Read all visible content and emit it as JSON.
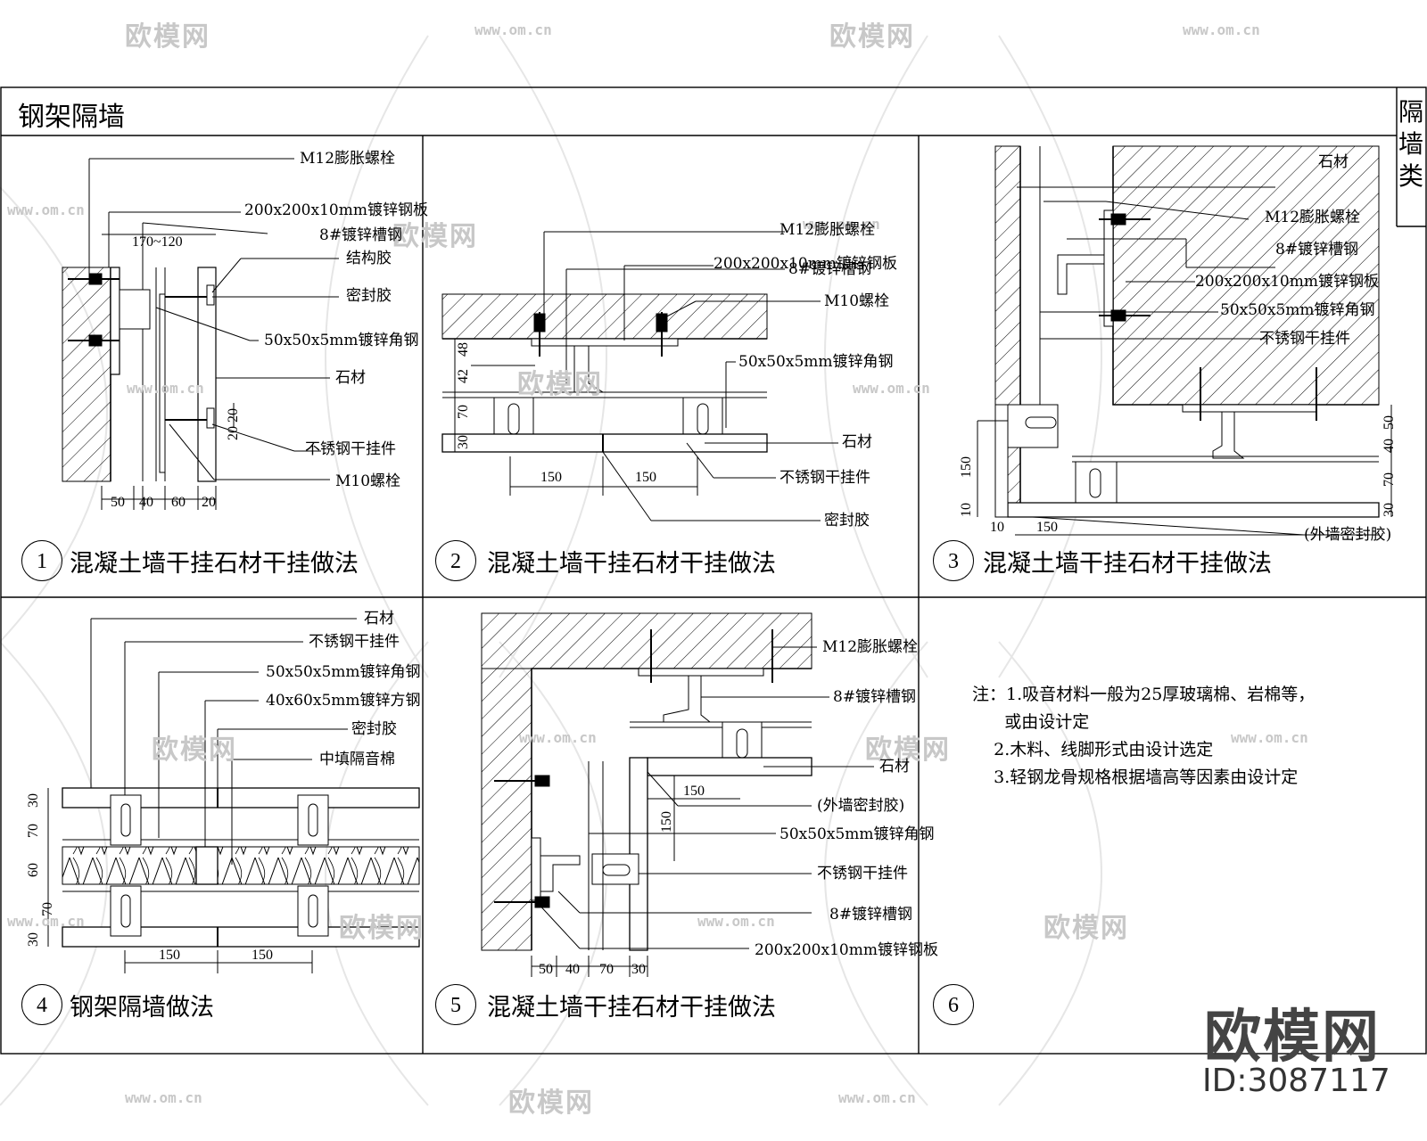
{
  "sheet": {
    "title": "钢架隔墙",
    "side_tab": "隔墙类",
    "watermark_brand": "欧模网",
    "watermark_url": "www.om.cn",
    "brand": "欧模网",
    "brand_id": "ID:3087117"
  },
  "panels": [
    {
      "number": "1",
      "caption": "混凝土墙干挂石材干挂做法",
      "labels": [
        "M12膨胀螺栓",
        "200x200x10mm镀锌钢板",
        "8#镀锌槽钢",
        "结构胶",
        "密封胶",
        "50x50x5mm镀锌角钢",
        "石材",
        "不锈钢干挂件",
        "M10螺栓"
      ],
      "dims": [
        "170~120",
        "50",
        "40",
        "60",
        "20",
        "20",
        "20"
      ]
    },
    {
      "number": "2",
      "caption": "混凝土墙干挂石材干挂做法",
      "labels": [
        "M12膨胀螺栓",
        "200x200x10mm镀锌钢板",
        "8#镀锌槽钢",
        "M10螺栓",
        "50x50x5mm镀锌角钢",
        "石材",
        "不锈钢干挂件",
        "密封胶"
      ],
      "dims": [
        "48",
        "42",
        "70",
        "30",
        "150",
        "150"
      ]
    },
    {
      "number": "3",
      "caption": "混凝土墙干挂石材干挂做法",
      "labels": [
        "石材",
        "M12膨胀螺栓",
        "8#镀锌槽钢",
        "200x200x10mm镀锌钢板",
        "50x50x5mm镀锌角钢",
        "不锈钢干挂件",
        "(外墙密封胶)"
      ],
      "dims": [
        "50",
        "40",
        "70",
        "30",
        "150",
        "10",
        "10",
        "150"
      ]
    },
    {
      "number": "4",
      "caption": "钢架隔墙做法",
      "labels": [
        "石材",
        "不锈钢干挂件",
        "50x50x5mm镀锌角钢",
        "40x60x5mm镀锌方钢",
        "密封胶",
        "中填隔音棉"
      ],
      "dims": [
        "30",
        "70",
        "60",
        "70",
        "30",
        "150",
        "150"
      ]
    },
    {
      "number": "5",
      "caption": "混凝土墙干挂石材干挂做法",
      "labels": [
        "M12膨胀螺栓",
        "8#镀锌槽钢",
        "石材",
        "(外墙密封胶)",
        "50x50x5mm镀锌角钢",
        "不锈钢干挂件",
        "8#镀锌槽钢",
        "200x200x10mm镀锌钢板"
      ],
      "dims": [
        "150",
        "150",
        "50",
        "40",
        "70",
        "30"
      ]
    },
    {
      "number": "6",
      "caption": "",
      "notes": [
        "注：1.吸音材料一般为25厚玻璃棉、岩棉等，",
        "      或由设计定",
        "    2.木料、线脚形式由设计选定",
        "    3.轻钢龙骨规格根据墙高等因素由设计定"
      ]
    }
  ]
}
